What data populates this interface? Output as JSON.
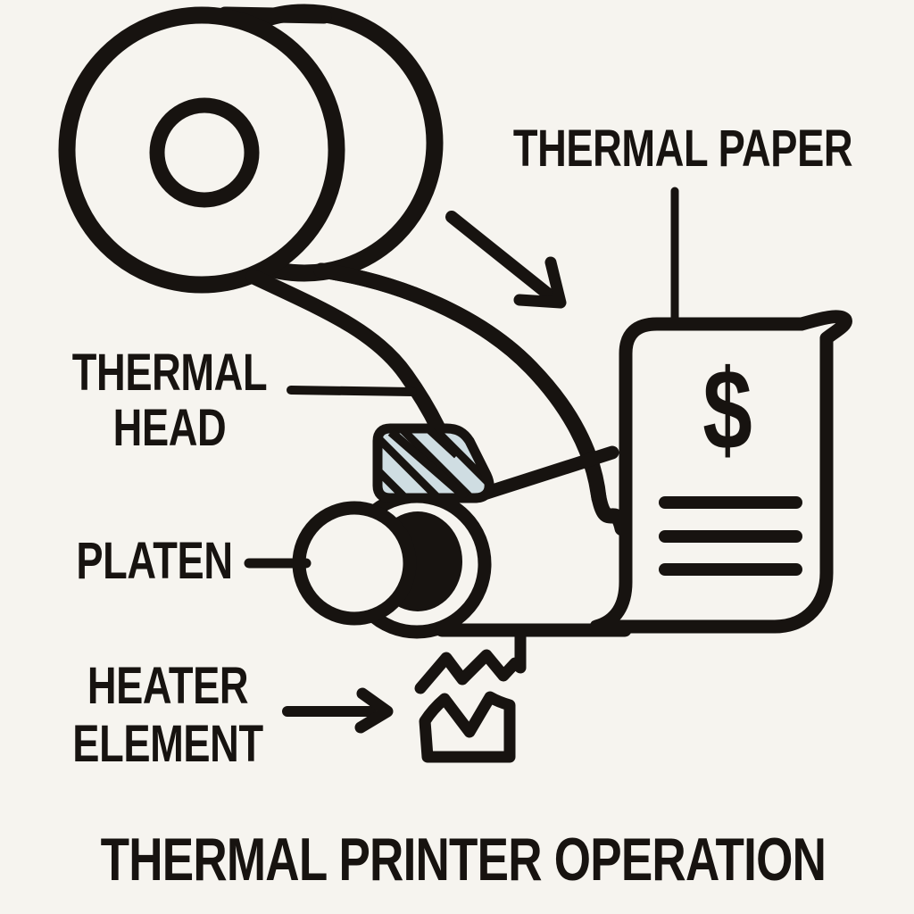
{
  "title": "THERMAL PRINTER OPERATION",
  "colors": {
    "background": "#f6f4ef",
    "ink": "#171310",
    "head_hatch_fill": "#cfdde2"
  },
  "labels": {
    "thermal_paper": "THERMAL PAPER",
    "thermal_head_line1": "THERMAL",
    "thermal_head_line2": "HEAD",
    "platen": "PLATEN",
    "heater_line1": "HEATER",
    "heater_line2": "ELEMENT"
  },
  "receipt": {
    "currency_symbol": "$",
    "detail_line_count": 3
  },
  "diagram_parts": [
    "paper-roll",
    "paper-feed-path",
    "feed-direction-arrow",
    "thermal-head",
    "platen-roller",
    "heater-element",
    "printed-receipt"
  ]
}
